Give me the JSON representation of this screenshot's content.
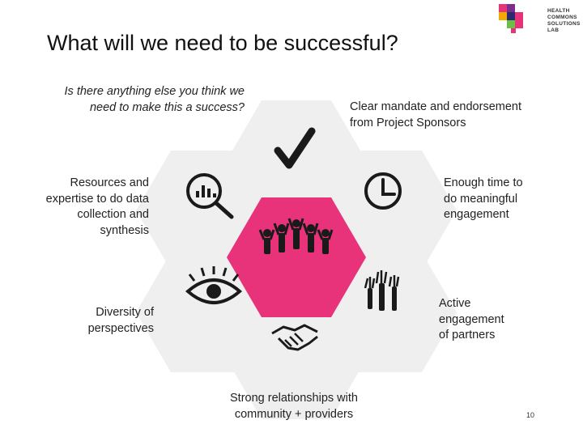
{
  "slide": {
    "title": "What will we need to be successful?",
    "page_number": "10",
    "logo_text": [
      "HEALTH",
      "COMMONS",
      "SOLUTIONS",
      "LAB"
    ]
  },
  "labels": {
    "top_left": [
      "Is there anything else you think we",
      "need to make this a success?"
    ],
    "top_right": [
      "Clear mandate and endorsement",
      "from Project Sponsors"
    ],
    "mid_left": [
      "Resources and",
      "expertise to do data",
      "collection and",
      "synthesis"
    ],
    "mid_right": [
      "Enough time to",
      "do meaningful",
      "engagement"
    ],
    "low_left": [
      "Diversity of",
      "perspectives"
    ],
    "low_right": [
      "Active",
      "engagement",
      "of partners"
    ],
    "bottom": [
      "Strong relationships with",
      "community + providers"
    ]
  },
  "colors": {
    "accent": "#e8327a",
    "hex_gray": "#efefef",
    "icon": "#1a1a1a"
  },
  "icons": [
    "checkmark-icon",
    "clock-icon",
    "raised-hands-icon",
    "handshake-icon",
    "eye-icon",
    "magnifier-chart-icon",
    "team-icon"
  ]
}
